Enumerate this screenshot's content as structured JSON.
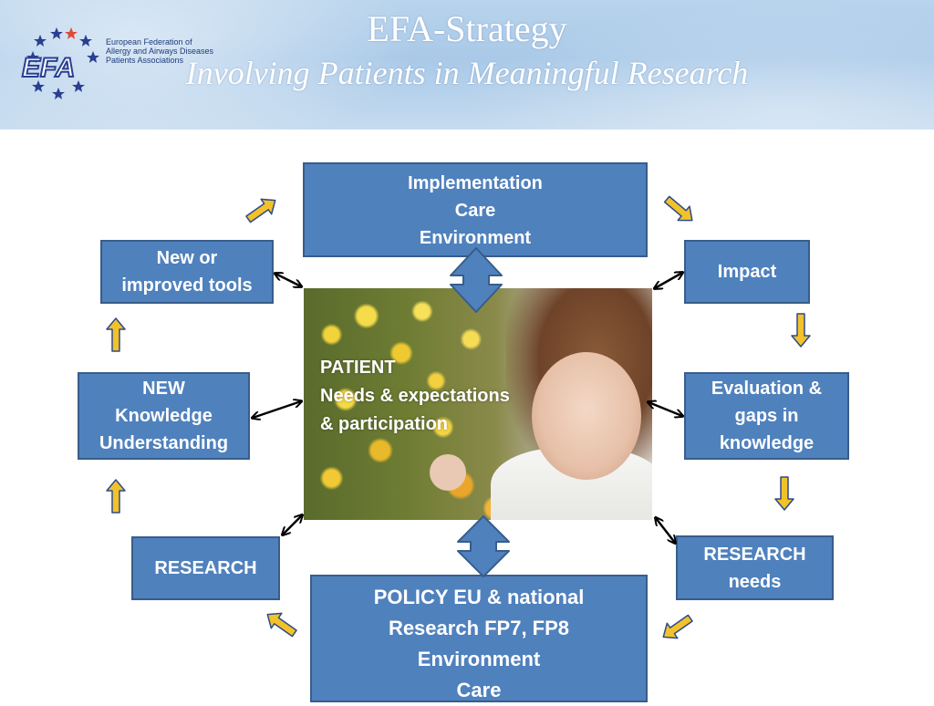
{
  "header": {
    "title": "EFA-Strategy",
    "subtitle": "Involving Patients in Meaningful Research",
    "logo": {
      "letters": "EFA",
      "org_lines": [
        "European Federation of",
        "Allergy and Airways Diseases",
        "Patients Associations"
      ]
    }
  },
  "center": {
    "lines": [
      "PATIENT",
      "Needs & expectations",
      "& participation"
    ]
  },
  "boxes": {
    "implementation": [
      "Implementation",
      "Care",
      "Environment"
    ],
    "impact": [
      "Impact"
    ],
    "evaluation": [
      "Evaluation &",
      "gaps in",
      "knowledge"
    ],
    "research_needs": [
      "RESEARCH",
      "needs"
    ],
    "policy": [
      "POLICY EU & national",
      "Research FP7, FP8",
      "Environment",
      "Care"
    ],
    "research": [
      "RESEARCH"
    ],
    "new_knowledge": [
      "NEW",
      "Knowledge",
      "Understanding"
    ],
    "new_tools": [
      "New or",
      "improved tools"
    ]
  },
  "colors": {
    "box_fill": "#4f81bd",
    "box_border": "#385d8a",
    "arrow_fill": "#f2c22a",
    "arrow_stroke": "#2e4a8a",
    "star_blue": "#2a3f91",
    "star_red": "#e04a3a"
  }
}
